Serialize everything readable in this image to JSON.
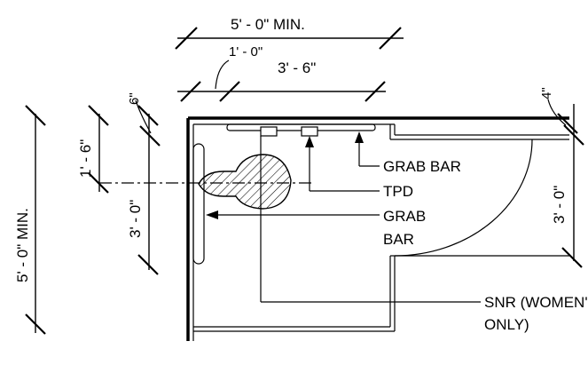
{
  "dimensions": {
    "top_overall": "5' - 0\" MIN.",
    "top_offset": "1' - 0\"",
    "top_bar": "3' - 6\"",
    "left_small": "6\"",
    "left_upper": "1' - 6\"",
    "left_lower": "3' - 0\"",
    "left_overall": "5' - 0\" MIN.",
    "right_small": "4\"",
    "right_door": "3' - 0\""
  },
  "callouts": {
    "grab_bar_rear": "GRAB BAR",
    "tpd": "TPD",
    "grab_bar_side_line1": "GRAB",
    "grab_bar_side_line2": "BAR",
    "snr_line1": "SNR (WOMEN'S",
    "snr_line2": "ONLY)"
  }
}
